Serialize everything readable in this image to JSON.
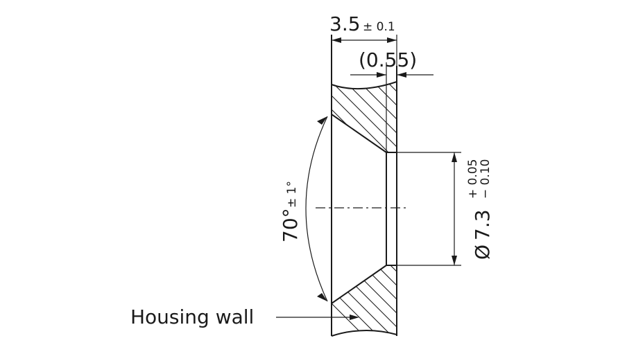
{
  "dimensions": {
    "thickness": {
      "value": "3.5",
      "tolerance": "± 0.1"
    },
    "land": {
      "value": "(0.55)"
    },
    "angle": {
      "value": "70°",
      "tolerance": "± 1°"
    },
    "diameter": {
      "symbol": "Ø",
      "value": "7.3",
      "upper_tol": "+ 0.05",
      "lower_tol": "− 0.10"
    }
  },
  "labels": {
    "housing_wall": "Housing wall"
  }
}
